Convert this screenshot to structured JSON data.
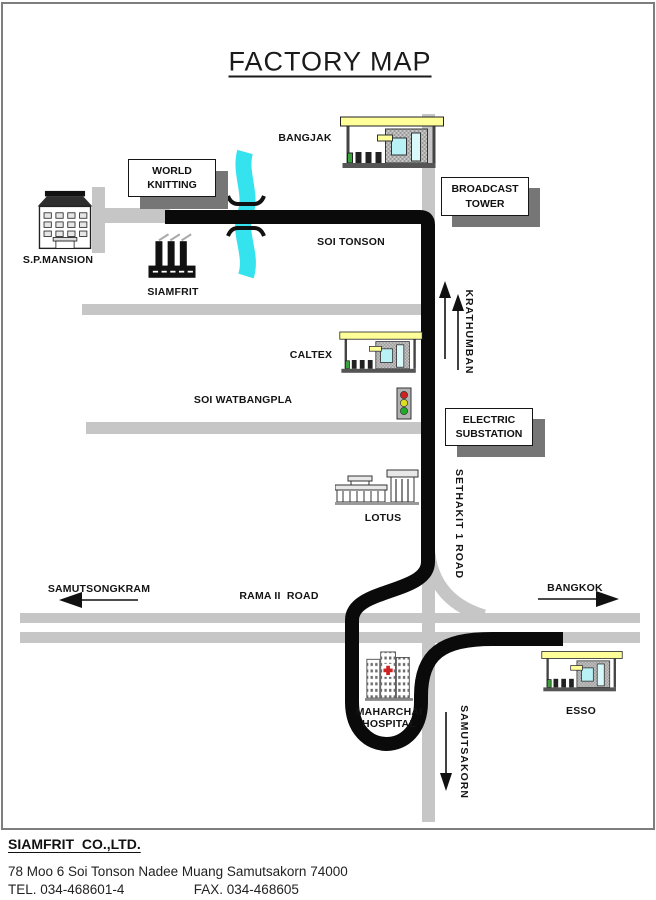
{
  "title": "FACTORY MAP",
  "colors": {
    "road_gray": "#c6c6c6",
    "route_black": "#0a0a0a",
    "river_cyan": "#35e3ee",
    "canopy_yellow": "#ffff99",
    "shadow_gray": "#767676",
    "cross_red": "#cc2222"
  },
  "map": {
    "labels": {
      "bangjak": "BANGJAK",
      "world_knitting": "WORLD KNITTING",
      "broadcast_tower": "BROADCAST TOWER",
      "sp_mansion": "S.P.MANSION",
      "soi_tonson": "SOI TONSON",
      "siamfrit": "SIAMFRIT",
      "krathumban": "KRATHUMBAN",
      "caltex": "CALTEX",
      "soi_watbangpla": "SOI WATBANGPLA",
      "electric_substation": "ELECTRIC SUBSTATION",
      "lotus": "LOTUS",
      "sethakit_road": "SETHAKIT 1 ROAD",
      "samutsongkram": "SAMUTSONGKRAM",
      "rama_ii_road": "RAMA II  ROAD",
      "bangkok": "BANGKOK",
      "maharchai_hospital": "MAHARCHAI HOSPITAL",
      "samutsakorn": "SAMUTSAKORN",
      "esso": "ESSO"
    },
    "icons": [
      "gas-station-icon",
      "factory-icon",
      "mansion-icon",
      "supermarket-icon",
      "hospital-icon",
      "traffic-light-icon",
      "river",
      "bridge-icon",
      "direction-arrow-icon"
    ]
  },
  "footer": {
    "company": "SIAMFRIT  CO.,LTD.",
    "address": "78 Moo 6 Soi Tonson Nadee Muang Samutsakorn 74000",
    "tel": "TEL. 034-468601-4",
    "fax": "FAX. 034-468605"
  }
}
